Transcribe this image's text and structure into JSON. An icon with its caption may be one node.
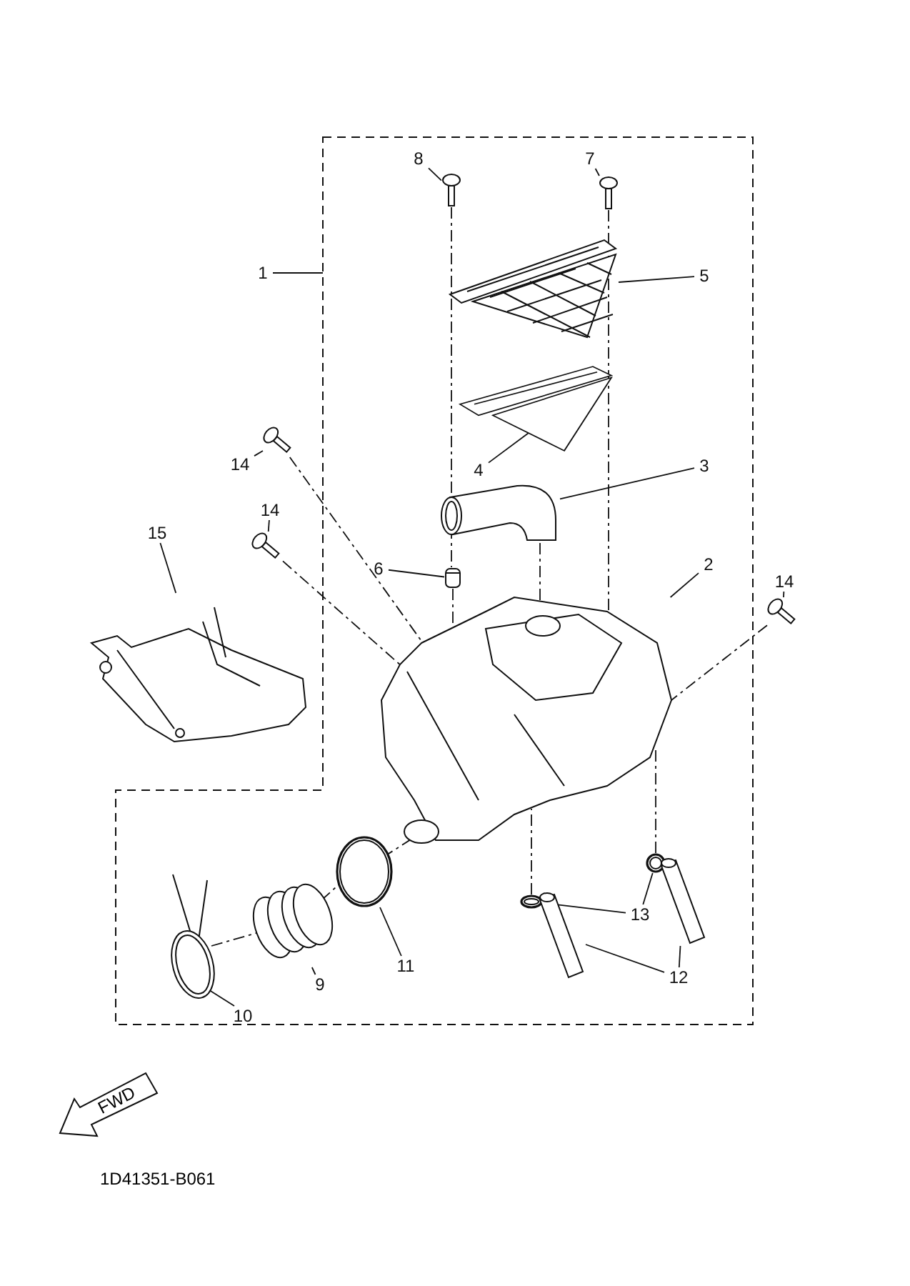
{
  "diagram": {
    "nodes": [
      {
        "text": [
          "8"
        ],
        "in": 17
      },
      {
        "text": [
          "7"
        ],
        "in": 17
      },
      {
        "text": [
          "1"
        ]
      },
      {
        "text": [
          "5"
        ],
        "in": 17
      },
      {
        "text": [
          "14"
        ]
      },
      {
        "text": [
          "4"
        ],
        "in": 17
      },
      {
        "text": [
          "3"
        ],
        "in": 17
      },
      {
        "text": [
          "14"
        ]
      },
      {
        "text": [
          "15"
        ]
      },
      {
        "text": [
          "6"
        ],
        "in": 17
      },
      {
        "text": [
          "2"
        ],
        "in": 17
      },
      {
        "text": [
          "14"
        ]
      },
      {
        "text": [
          "13"
        ],
        "in": 17
      },
      {
        "text": [
          "11"
        ],
        "in": 17
      },
      {
        "text": [
          "9"
        ],
        "in": 17
      },
      {
        "text": [
          "12"
        ],
        "in": 17
      },
      {
        "text": [
          "10"
        ],
        "in": 17
      },
      {
        "text": [],
        "shape": "box"
      },
      {
        "text": [],
        "shape": "picture",
        "in": 17
      },
      {
        "text": [],
        "shape": "picture",
        "in": 17
      },
      {
        "text": [],
        "shape": "picture",
        "in": 17
      },
      {
        "text": [],
        "shape": "picture",
        "in": 17
      },
      {
        "text": [],
        "shape": "picture",
        "in": 17
      },
      {
        "text": [],
        "shape": "picture"
      },
      {
        "text": [],
        "shape": "picture"
      },
      {
        "text": [],
        "shape": "picture"
      },
      {
        "text": [],
        "shape": "box",
        "in": 17
      },
      {
        "text": [],
        "shape": "picture",
        "in": 17
      },
      {
        "text": [],
        "shape": "picture"
      },
      {
        "text": [],
        "shape": "circle",
        "in": 17
      },
      {
        "text": [],
        "shape": "circle",
        "in": 17
      },
      {
        "text": [],
        "shape": "circle",
        "in": 17
      },
      {
        "text": [],
        "shape": "picture",
        "in": 17
      },
      {
        "text": [],
        "shape": "picture",
        "in": 17
      },
      {
        "text": [],
        "shape": "picture",
        "in": 17
      },
      {
        "text": [],
        "shape": "picture",
        "in": 17
      }
    ],
    "edges": [
      {
        "from": 0,
        "to": 18,
        "arrow": "none"
      },
      {
        "from": 1,
        "to": 19,
        "arrow": "none"
      },
      {
        "from": 2,
        "to": 17,
        "arrow": "none"
      },
      {
        "from": 3,
        "to": 20,
        "arrow": "none"
      },
      {
        "from": 4,
        "to": 23,
        "arrow": "none"
      },
      {
        "from": 5,
        "to": 21,
        "arrow": "none"
      },
      {
        "from": 6,
        "to": 22,
        "arrow": "none"
      },
      {
        "from": 7,
        "to": 24,
        "arrow": "none"
      },
      {
        "from": 8,
        "to": 25,
        "arrow": "none"
      },
      {
        "from": 9,
        "to": 26,
        "arrow": "none"
      },
      {
        "from": 10,
        "to": 27,
        "arrow": "none"
      },
      {
        "from": 11,
        "to": 28,
        "arrow": "none"
      },
      {
        "from": 12,
        "to": 29,
        "arrow": "none"
      },
      {
        "from": 12,
        "to": 30,
        "arrow": "none"
      },
      {
        "from": 13,
        "to": 31,
        "arrow": "none"
      },
      {
        "from": 14,
        "to": 32,
        "arrow": "none"
      },
      {
        "from": 15,
        "to": 34,
        "arrow": "none"
      },
      {
        "from": 15,
        "to": 35,
        "arrow": "none"
      },
      {
        "from": 16,
        "to": 33,
        "arrow": "none"
      },
      {
        "from": 18,
        "to": 26,
        "arrow": "none",
        "style": "dashed"
      },
      {
        "from": 26,
        "to": 27,
        "arrow": "none",
        "style": "dashed"
      },
      {
        "from": 19,
        "to": 27,
        "arrow": "none",
        "style": "dashed"
      },
      {
        "from": 23,
        "to": 27,
        "arrow": "none",
        "style": "dashed"
      },
      {
        "from": 24,
        "to": 27,
        "arrow": "none",
        "style": "dashed"
      },
      {
        "from": 28,
        "to": 27,
        "arrow": "none",
        "style": "dashed"
      },
      {
        "from": 22,
        "to": 27,
        "arrow": "none",
        "style": "dashed"
      },
      {
        "from": 33,
        "to": 32,
        "arrow": "none",
        "style": "dashed"
      },
      {
        "from": 32,
        "to": 31,
        "arrow": "none",
        "style": "dashed"
      },
      {
        "from": 31,
        "to": 27,
        "arrow": "none",
        "style": "dashed"
      },
      {
        "from": 29,
        "to": 27,
        "arrow": "none",
        "style": "dashed"
      },
      {
        "from": 30,
        "to": 27,
        "arrow": "none",
        "style": "dashed"
      }
    ],
    "labels": [
      "FWD",
      "1D41351-B061"
    ]
  }
}
